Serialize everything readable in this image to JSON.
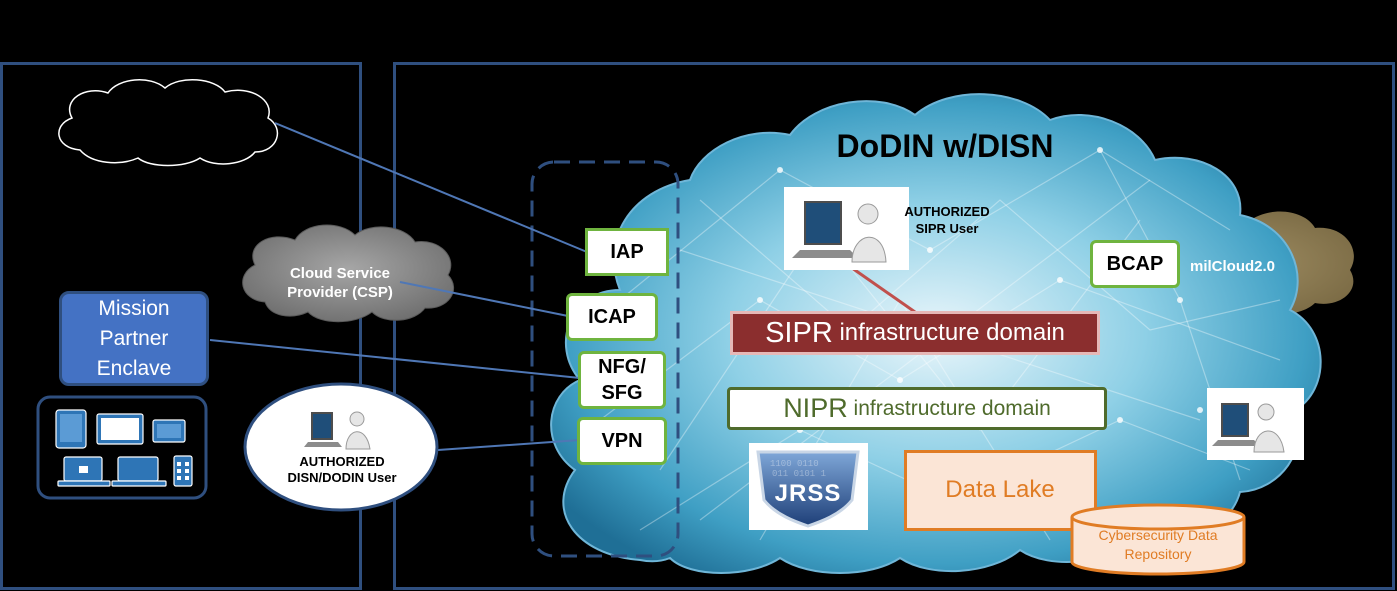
{
  "diagram": {
    "cloud_title": "DoDIN w/DISN",
    "csp_label": "Cloud Service Provider (CSP)",
    "mission_partner_label": "Mission Partner Enclave",
    "authorized_disn_user": "AUTHORIZED DISN/DODIN User",
    "authorized_sipr_user": "AUTHORIZED SIPR User",
    "gateways": {
      "iap": "IAP",
      "icap": "ICAP",
      "nfg_sfg": "NFG/ SFG",
      "vpn": "VPN",
      "bcap": "BCAP"
    },
    "milcloud_label": "milCloud2.0",
    "sipr_domain": {
      "prefix": "SIPR",
      "suffix": " infrastructure domain"
    },
    "nipr_domain": {
      "prefix": "NIPR",
      "suffix": " infrastructure domain"
    },
    "jrss_label": "JRSS",
    "data_lake_label": "Data Lake",
    "cyber_repo_label": "Cybersecurity Data Repository",
    "colors": {
      "frame": "#2f4f7f",
      "gateway_border": "#6fb43f",
      "sipr_fill": "#8b2e2e",
      "nipr_border": "#4f6b2c",
      "data_lake": "#e07c24",
      "mission_partner_fill": "#4472c4",
      "csp_cloud": "#8a8a8a",
      "milcloud": "#8c7a4f"
    }
  }
}
